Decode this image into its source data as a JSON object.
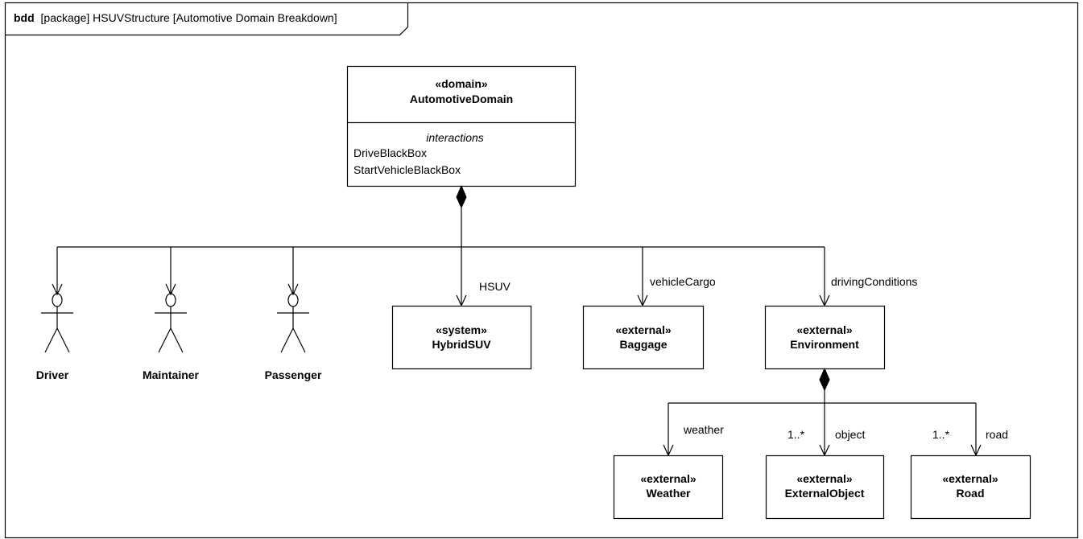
{
  "frame": {
    "kind": "bdd",
    "title": "[package] HSUVStructure [Automotive Domain Breakdown]"
  },
  "domain_block": {
    "stereotype": "«domain»",
    "name": "AutomotiveDomain",
    "compartment_title": "interactions",
    "items": [
      "DriveBlackBox",
      "StartVehicleBlackBox"
    ]
  },
  "actors": {
    "driver": "Driver",
    "maintainer": "Maintainer",
    "passenger": "Passenger"
  },
  "blocks": {
    "hybridsuv": {
      "stereotype": "«system»",
      "name": "HybridSUV",
      "role": "HSUV"
    },
    "baggage": {
      "stereotype": "«external»",
      "name": "Baggage",
      "role": "vehicleCargo"
    },
    "environment": {
      "stereotype": "«external»",
      "name": "Environment",
      "role": "drivingConditions"
    },
    "weather": {
      "stereotype": "«external»",
      "name": "Weather",
      "role": "weather"
    },
    "externalobject": {
      "stereotype": "«external»",
      "name": "ExternalObject",
      "role": "object",
      "multiplicity": "1..*"
    },
    "road": {
      "stereotype": "«external»",
      "name": "Road",
      "role": "road",
      "multiplicity": "1..*"
    }
  }
}
